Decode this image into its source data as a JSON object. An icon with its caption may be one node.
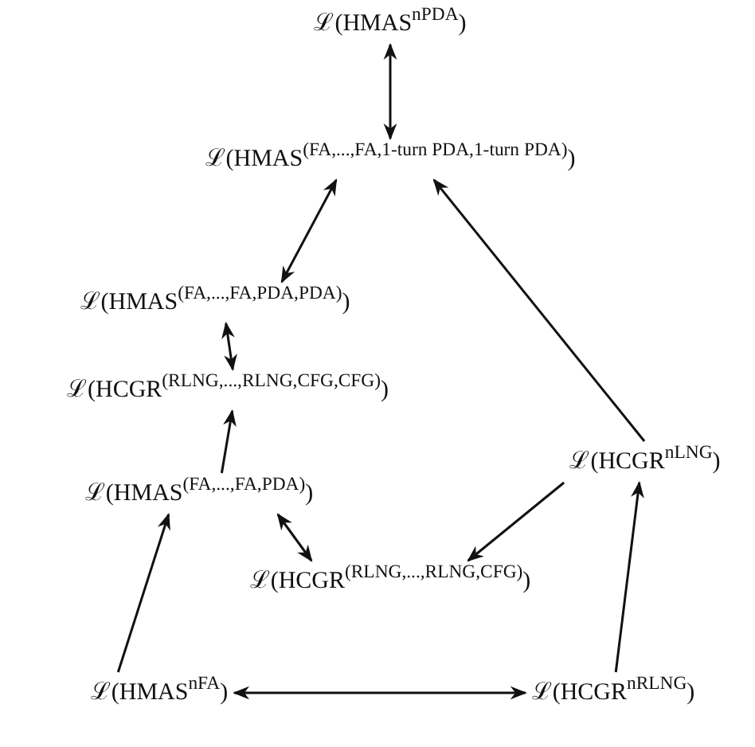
{
  "diagram": {
    "nodes": [
      {
        "text": [
          "ℒ(HMAS$^{n}$$^{PDA}$)"
        ]
      },
      {
        "text": [
          "ℒ(HMAS$^{(FA,...,FA,1-turn PDA,1-turn PDA)}$)"
        ]
      },
      {
        "text": [
          "ℒ(HMAS$^{(FA,...,FA,PDA,PDA)}$)"
        ]
      },
      {
        "text": [
          "ℒ(HCGR$^{(RLNG,...,RLNG,CFG,CFG)}$)"
        ]
      },
      {
        "text": [
          "ℒ(HCGR$^{n}$$^{LNG}$)"
        ]
      },
      {
        "text": [
          "ℒ(HMAS$^{(FA,...,FA,PDA)}$)"
        ]
      },
      {
        "text": [
          "ℒ(HCGR$^{(RLNG,...,RLNG,CFG)}$)"
        ]
      },
      {
        "text": [
          "ℒ(HMAS$^{n}$$^{FA}$)"
        ]
      },
      {
        "text": [
          "ℒ(HCGR$^{n}$$^{RLNG}$)"
        ]
      }
    ],
    "edges": [
      {
        "from": 0,
        "to": 1,
        "arrow": "both"
      },
      {
        "from": 2,
        "to": 1,
        "arrow": "both"
      },
      {
        "from": 2,
        "to": 3,
        "arrow": "both"
      },
      {
        "from": 5,
        "to": 3,
        "arrow": "to"
      },
      {
        "from": 4,
        "to": 1,
        "arrow": "to"
      },
      {
        "from": 4,
        "to": 6,
        "arrow": "to"
      },
      {
        "from": 5,
        "to": 6,
        "arrow": "both"
      },
      {
        "from": 7,
        "to": 5,
        "arrow": "to"
      },
      {
        "from": 8,
        "to": 4,
        "arrow": "to"
      },
      {
        "from": 7,
        "to": 8,
        "arrow": "both"
      }
    ]
  }
}
